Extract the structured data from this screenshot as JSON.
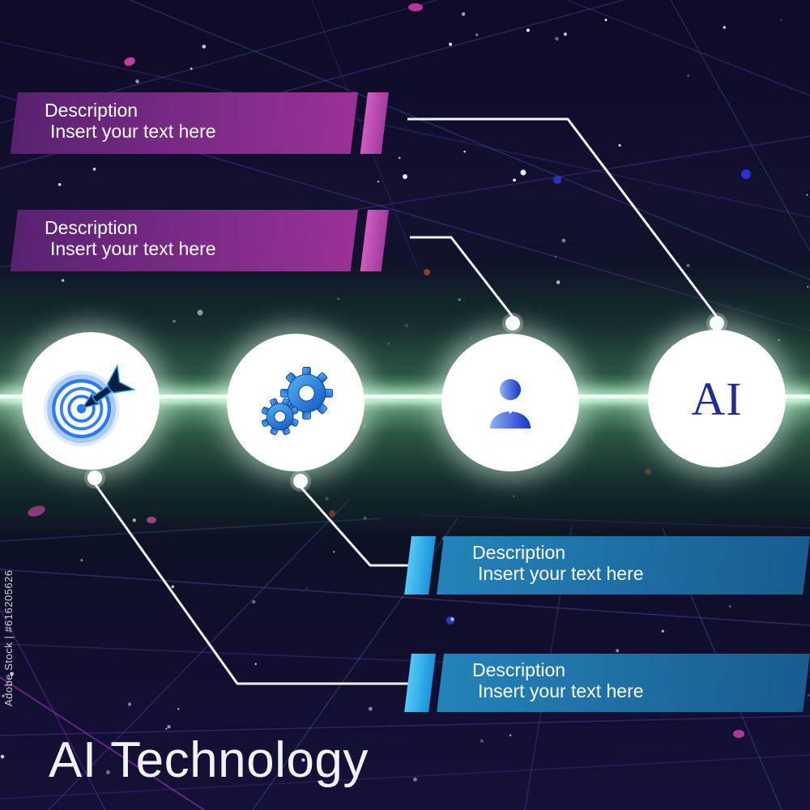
{
  "title": "AI Technology",
  "watermark": "Adobe Stock | #616205626",
  "colors": {
    "banner_purple": "#7c2b87",
    "stripe_pink": "#d05cbe",
    "banner_blue": "#1d6ba0",
    "stripe_cyan": "#55c8f5",
    "band_green": "#609c76",
    "connector_white": "#ffffff",
    "accent_icon_blue": "#2979ff",
    "ai_navy": "#1f2b96"
  },
  "banners": [
    {
      "heading": "Description",
      "body": "Insert your text here",
      "color": "purple"
    },
    {
      "heading": "Description",
      "body": "Insert your text here",
      "color": "purple"
    },
    {
      "heading": "Description",
      "body": "Insert your text here",
      "color": "blue"
    },
    {
      "heading": "Description",
      "body": "Insert your text here",
      "color": "blue"
    }
  ],
  "steps": [
    {
      "icon": "target-icon"
    },
    {
      "icon": "gears-icon"
    },
    {
      "icon": "user-icon"
    },
    {
      "icon": "ai-text",
      "label": "AI"
    }
  ]
}
